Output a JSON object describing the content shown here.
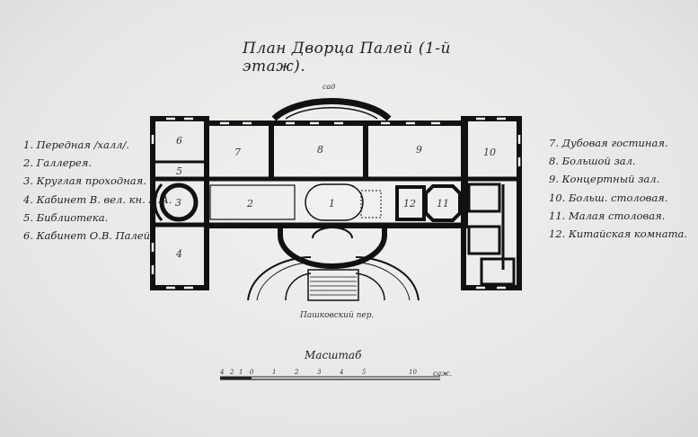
{
  "title": "План Дворца Палей (1-й этаж).",
  "garden_label": "сад",
  "street_label": "Пашковский пер.",
  "scale": {
    "title": "Масштаб",
    "unit": "саж.",
    "ticks": [
      "4",
      "2",
      "1",
      "0",
      "1",
      "2",
      "3",
      "4",
      "5",
      "10"
    ]
  },
  "legend_left": [
    "1. Передная /халл/.",
    "2. Галлерея.",
    "3. Круглая проходная.",
    "4. Кабинет В. вел. кн. П.А.",
    "5. Библиотека.",
    "6. Кабинет О.В. Палей."
  ],
  "legend_right": [
    "7. Дубовая гостиная.",
    "8. Большой зал.",
    "9. Концертный зал.",
    "10. Больш. столовая.",
    "11. Малая столовая.",
    "12. Китайская комната."
  ],
  "rooms": [
    "1",
    "2",
    "3",
    "4",
    "5",
    "6",
    "7",
    "8",
    "9",
    "10",
    "11",
    "12"
  ]
}
